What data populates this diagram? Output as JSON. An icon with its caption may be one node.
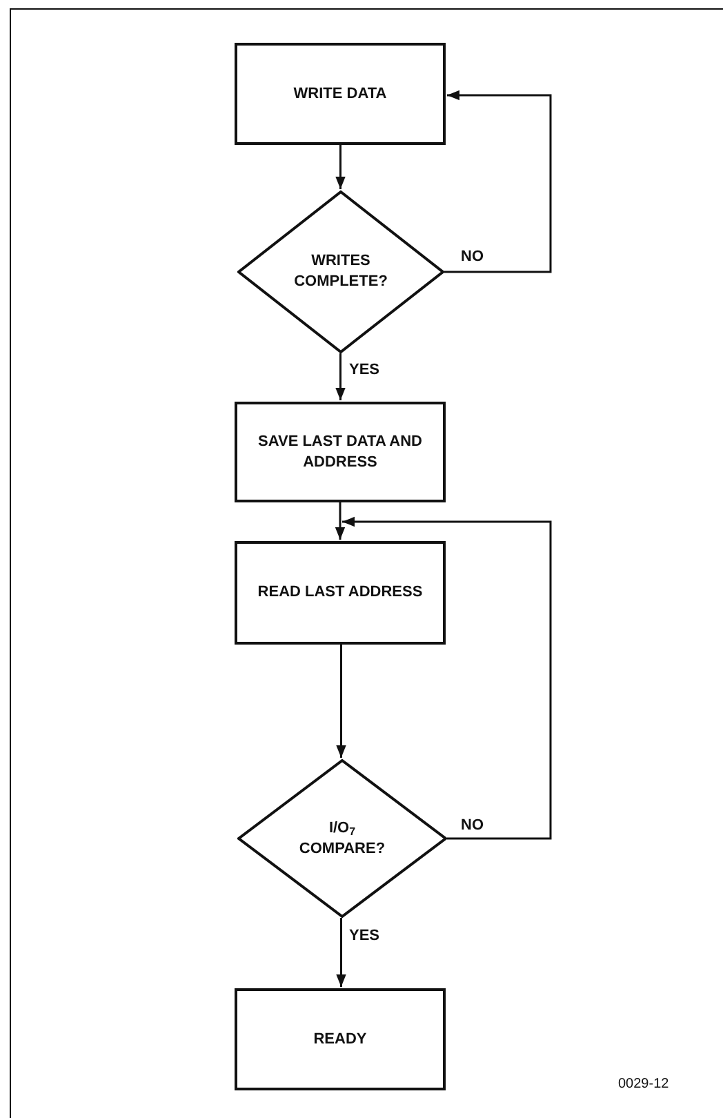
{
  "diagram": {
    "nodes": [
      {
        "text": [
          "WRITE DATA"
        ]
      },
      {
        "text": [
          "WRITES COMPLETE?"
        ]
      },
      {
        "text": [
          "SAVE LAST DATA AND ADDRESS"
        ]
      },
      {
        "text": [
          "READ LAST ADDRESS"
        ]
      },
      {
        "text": [
          "I/O$_{7}$ COMPARE?"
        ]
      },
      {
        "text": [
          "READY"
        ]
      }
    ],
    "edges": [
      {
        "from": 0,
        "to": 1,
        "arrow": "to"
      },
      {
        "from": 1,
        "to": 0,
        "arrow": "to",
        "label": "NO"
      },
      {
        "from": 1,
        "to": 2,
        "arrow": "to",
        "label": "YES"
      },
      {
        "from": 2,
        "to": 3,
        "arrow": "to"
      },
      {
        "from": 3,
        "to": 4,
        "arrow": "to"
      },
      {
        "from": 4,
        "to": 3,
        "arrow": "to",
        "label": "NO"
      },
      {
        "from": 4,
        "to": 5,
        "arrow": "to",
        "label": "YES"
      }
    ],
    "labels": [
      "0029-12"
    ]
  }
}
